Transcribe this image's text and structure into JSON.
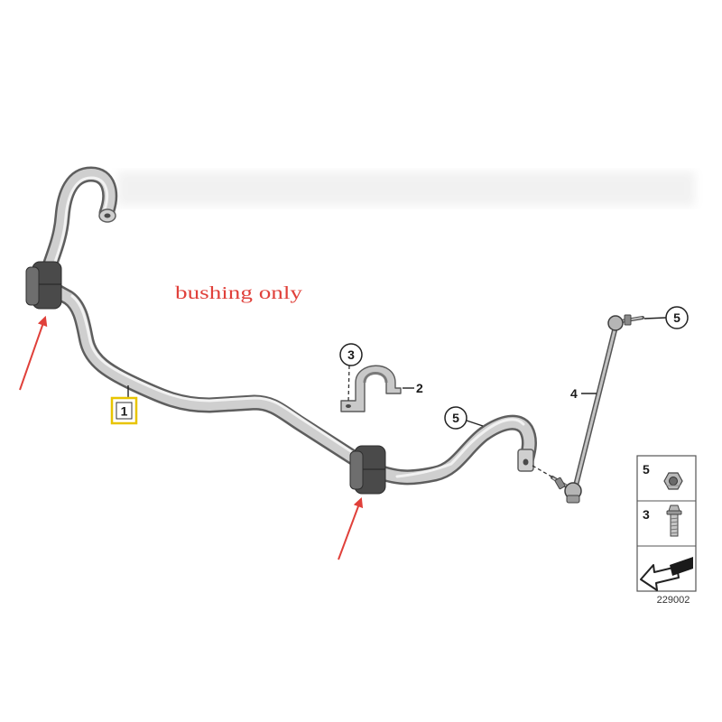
{
  "annotation": {
    "text": "bushing only",
    "color": "#e0403a"
  },
  "callouts": {
    "part_1": "1",
    "part_2": "2",
    "part_3": "3",
    "part_4": "4",
    "part_5_bar_end": "5",
    "part_5_link_top": "5"
  },
  "legend": {
    "items": [
      {
        "number": "5",
        "icon": "nut-icon"
      },
      {
        "number": "3",
        "icon": "bolt-icon"
      },
      {
        "number": "",
        "icon": "direction-arrow-icon"
      }
    ],
    "code": "229002"
  },
  "colors": {
    "highlight_box": "#e8c400",
    "arrow": "#e0403a",
    "bar_fill": "#cfcfcf",
    "bar_outline": "#5e5e5e",
    "bushing": "#4a4a4a"
  }
}
